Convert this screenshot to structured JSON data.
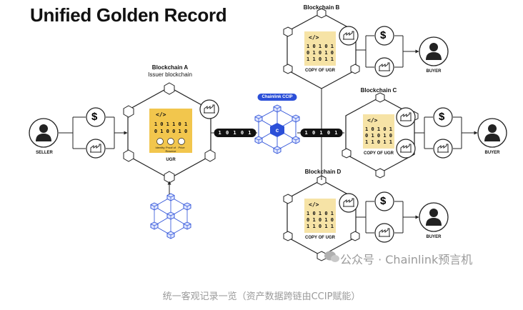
{
  "title": "Unified Golden Record",
  "blockchain_a": {
    "name": "Blockchain A",
    "subtitle": "Issuer blockchain",
    "record_label": "UGR",
    "code_tag": "</>",
    "code_lines": [
      "1 0 1 1 0 1",
      "0 1 0 0 1 0"
    ],
    "attrs": [
      "Identity",
      "Proof of Reserve",
      "Price"
    ]
  },
  "blockchain_b": {
    "name": "Blockchain B",
    "record_label": "COPY OF UGR",
    "code_tag": "</>",
    "code_lines": [
      "1 0 1 0 1",
      "0 1 0 1 0",
      "1 1 0 1 1"
    ]
  },
  "blockchain_c": {
    "name": "Blockchain C",
    "record_label": "COPY OF UGR",
    "code_tag": "</>",
    "code_lines": [
      "1 0 1 0 1",
      "0 1 0 1 0",
      "1 1 0 1 1"
    ]
  },
  "blockchain_d": {
    "name": "Blockchain D",
    "record_label": "COPY OF UGR",
    "code_tag": "</>",
    "code_lines": [
      "1 0 1 0 1",
      "0 1 0 1 0",
      "1 1 0 1 1"
    ]
  },
  "ccip_label": "Chainlink CCIP",
  "bits_left": "1 0 1 0 1",
  "bits_right": "1 0 1 0 1",
  "seller_label": "SELLER",
  "buyer_label": "BUYER",
  "dollar": "$",
  "watermark": "公众号 · Chainlink预言机",
  "caption": "统一客观记录一览（资产数据跨链由CCIP赋能）",
  "colors": {
    "ugr": "#f2c64d",
    "ugr_copy": "#f6e3a6",
    "ccip": "#2b4fd8",
    "line": "#222222"
  }
}
